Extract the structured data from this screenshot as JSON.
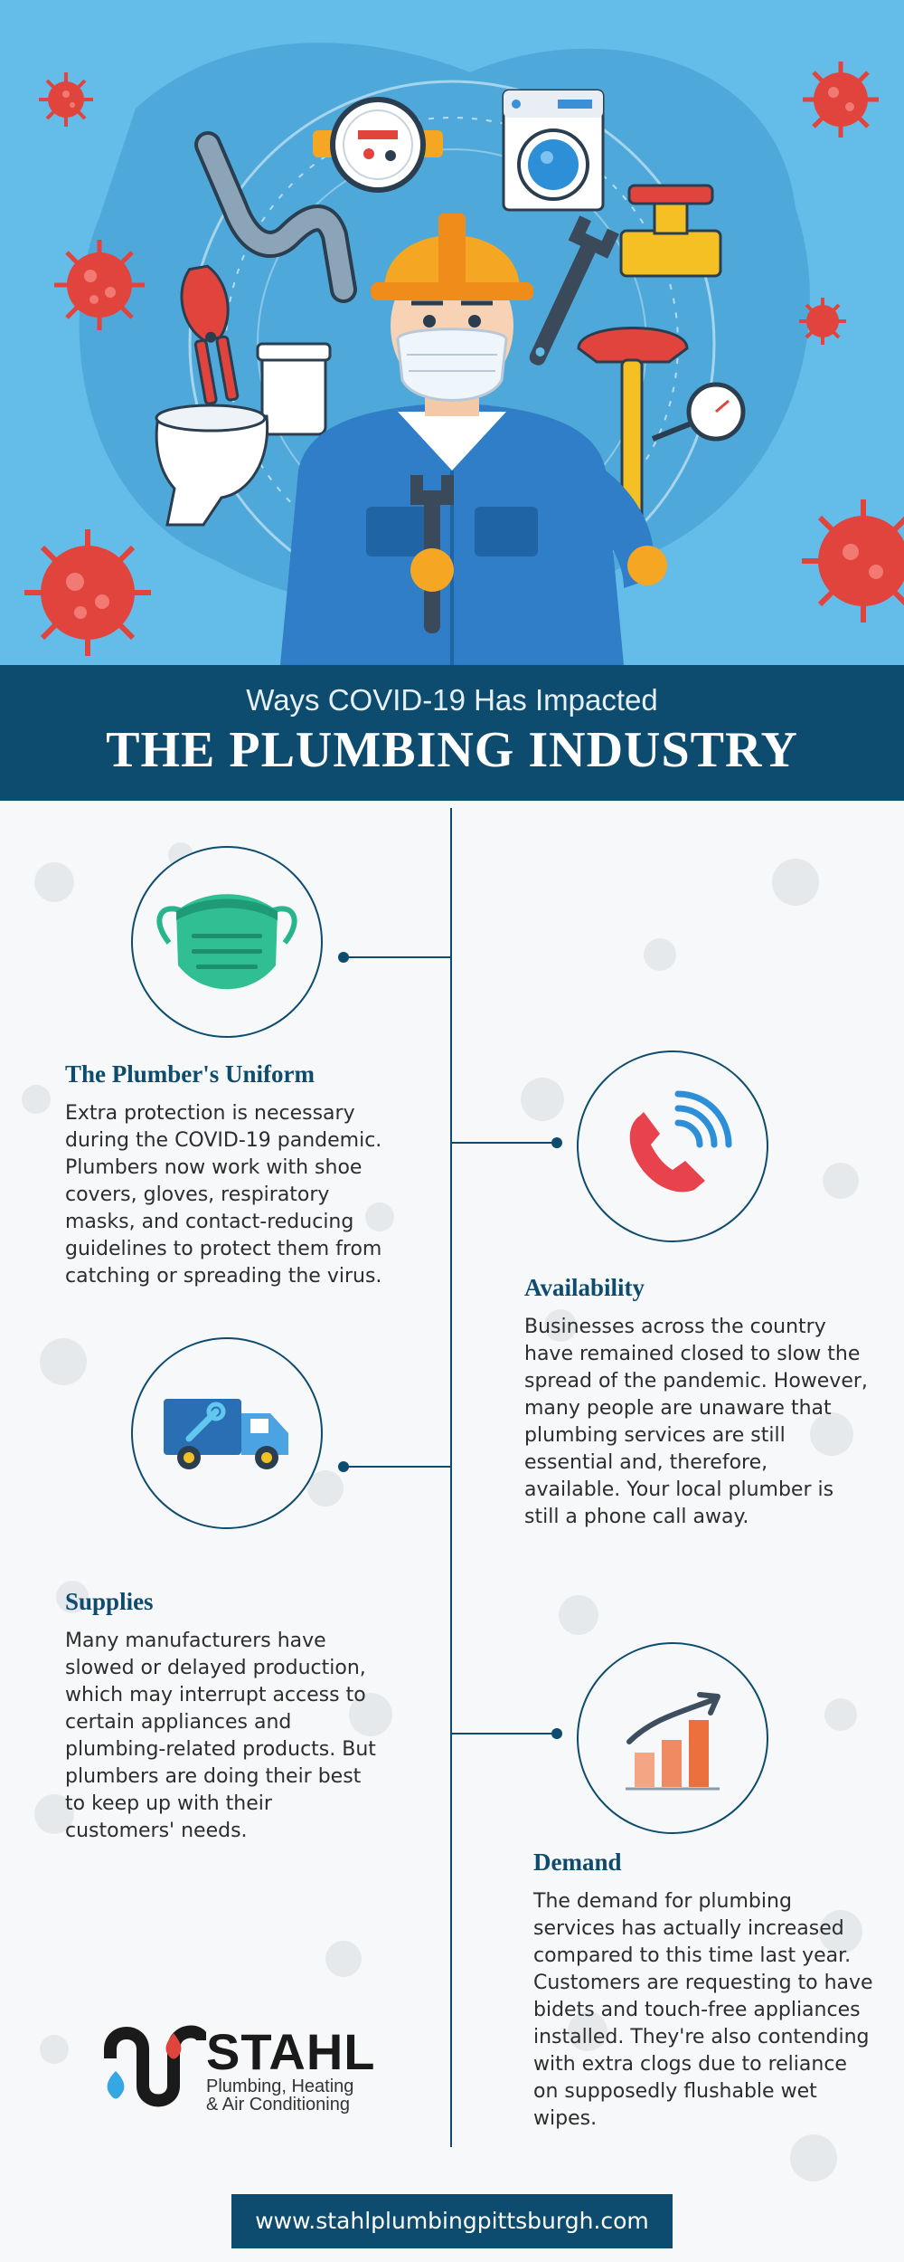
{
  "banner": {
    "subtitle": "Ways COVID-19 Has Impacted",
    "title": "THE PLUMBING INDUSTRY"
  },
  "items": [
    {
      "title": "The Plumber's Uniform",
      "body": "Extra protection is necessary during the COVID-19 pandemic. Plumbers now work with shoe covers, gloves, respiratory masks, and contact-reducing guidelines to protect them from catching or spreading the virus.",
      "icon": "face-mask-icon"
    },
    {
      "title": "Availability",
      "body": "Businesses across the country have remained closed to slow the spread of the pandemic. However, many people are unaware that plumbing services are still essential and, therefore, available. Your local plumber is still a phone call away.",
      "icon": "phone-icon"
    },
    {
      "title": "Supplies",
      "body": "Many manufacturers have slowed or delayed production, which may interrupt access to certain appliances and plumbing-related products. But plumbers are doing their best to keep up with their customers' needs.",
      "icon": "delivery-truck-icon"
    },
    {
      "title": "Demand",
      "body": "The demand for plumbing services has actually increased compared to this time last year. Customers are requesting to have bidets and touch-free appliances installed. They're also contending with extra clogs due to reliance on supposedly flushable wet wipes.",
      "icon": "growth-chart-icon"
    }
  ],
  "logo": {
    "name": "STAHL",
    "tagline_1": "Plumbing, Heating",
    "tagline_2": "& Air Conditioning"
  },
  "footer": {
    "url": "www.stahlplumbingpittsburgh.com"
  },
  "colors": {
    "hero_bg": "#64bde9",
    "navy": "#0d4c6e",
    "virus_red": "#e0443c",
    "hard_hat": "#f5a623"
  }
}
